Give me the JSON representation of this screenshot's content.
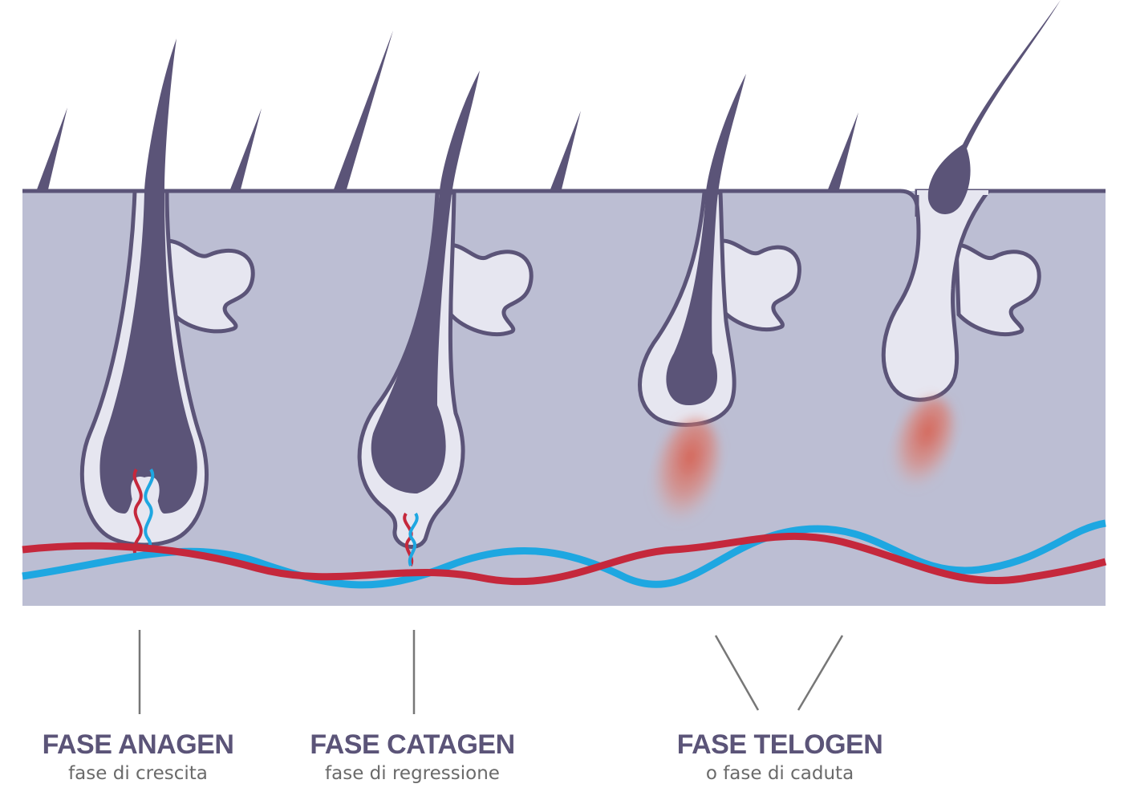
{
  "phases": [
    {
      "title": "FASE ANAGEN",
      "subtitle": "fase di crescita"
    },
    {
      "title": "FASE CATAGEN",
      "subtitle": "fase di regressione"
    },
    {
      "title": "FASE TELOGEN",
      "subtitle": "o fase di caduta"
    }
  ],
  "colors": {
    "skin": "#bcbed3",
    "outline": "#5b5478",
    "hair": "#5b5478",
    "sheath": "#e6e6f0",
    "artery": "#c5283c",
    "vein": "#1ea7e1",
    "inflammation": "#d65a4a",
    "title_text": "#5b5478",
    "subtitle_text": "#6a6a6a",
    "pointer_line": "#777777"
  }
}
